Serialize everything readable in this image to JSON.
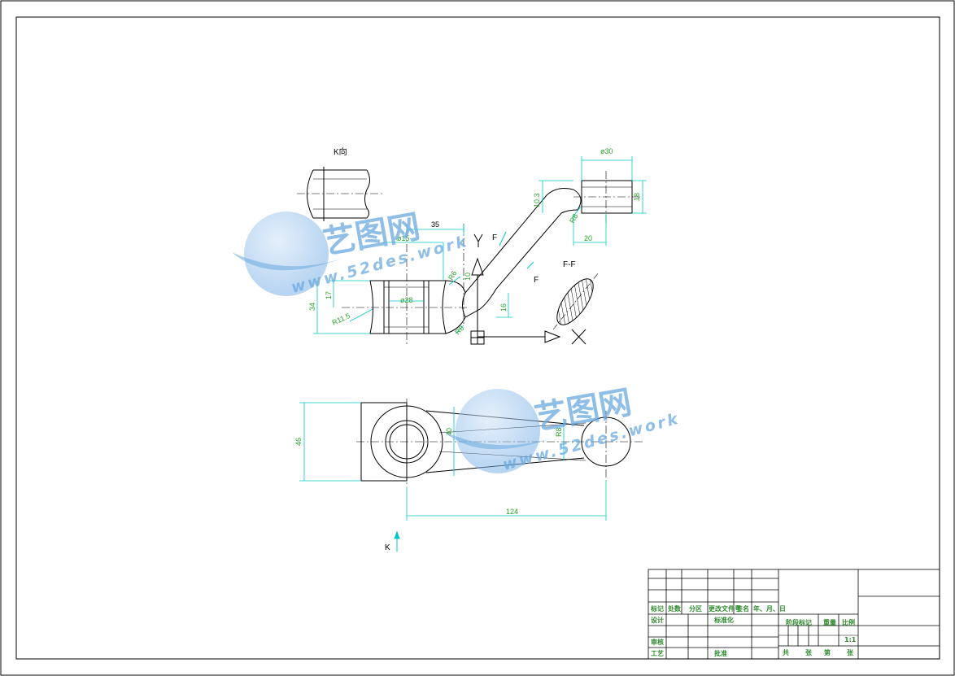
{
  "views": {
    "k_view_label": "K向",
    "section_label": "F-F",
    "arrow_k": "K",
    "axis_x": "X",
    "axis_y": "Y",
    "section_f1": "F",
    "section_f2": "F"
  },
  "dimensions": {
    "phi30": "ø30",
    "d10_3": "10.3",
    "d18": "18",
    "d20": "20",
    "r8a": "R8",
    "d35": "35",
    "phi15": "ø15",
    "r6": "R6",
    "d10": "10",
    "d17": "17",
    "d34": "34",
    "r11_5": "R11.5",
    "phi28": "ø28",
    "d16": "16",
    "r8b": "R8",
    "d46": "46",
    "d40": "40",
    "d124": "124",
    "r8c": "R8"
  },
  "watermark": {
    "cn_text": "艺图网",
    "url_text": "www.52des.work"
  },
  "title_block": {
    "row_labels": [
      "标记",
      "处数",
      "分区",
      "更改文件号",
      "签名",
      "年、月、日"
    ],
    "design": "设计",
    "standardize": "标准化",
    "stage_mark": "阶段标记",
    "weight": "重量",
    "ratio": "比例",
    "scale_value": "1:1",
    "review": "审核",
    "process": "工艺",
    "approve": "批准",
    "total": "共",
    "sheets": "张",
    "page_no": "第",
    "page": "张"
  },
  "colors": {
    "line": "#000000",
    "dimension": "#00c8c8",
    "dim_text": "#2aa62a",
    "watermark": "#6aa9df"
  }
}
